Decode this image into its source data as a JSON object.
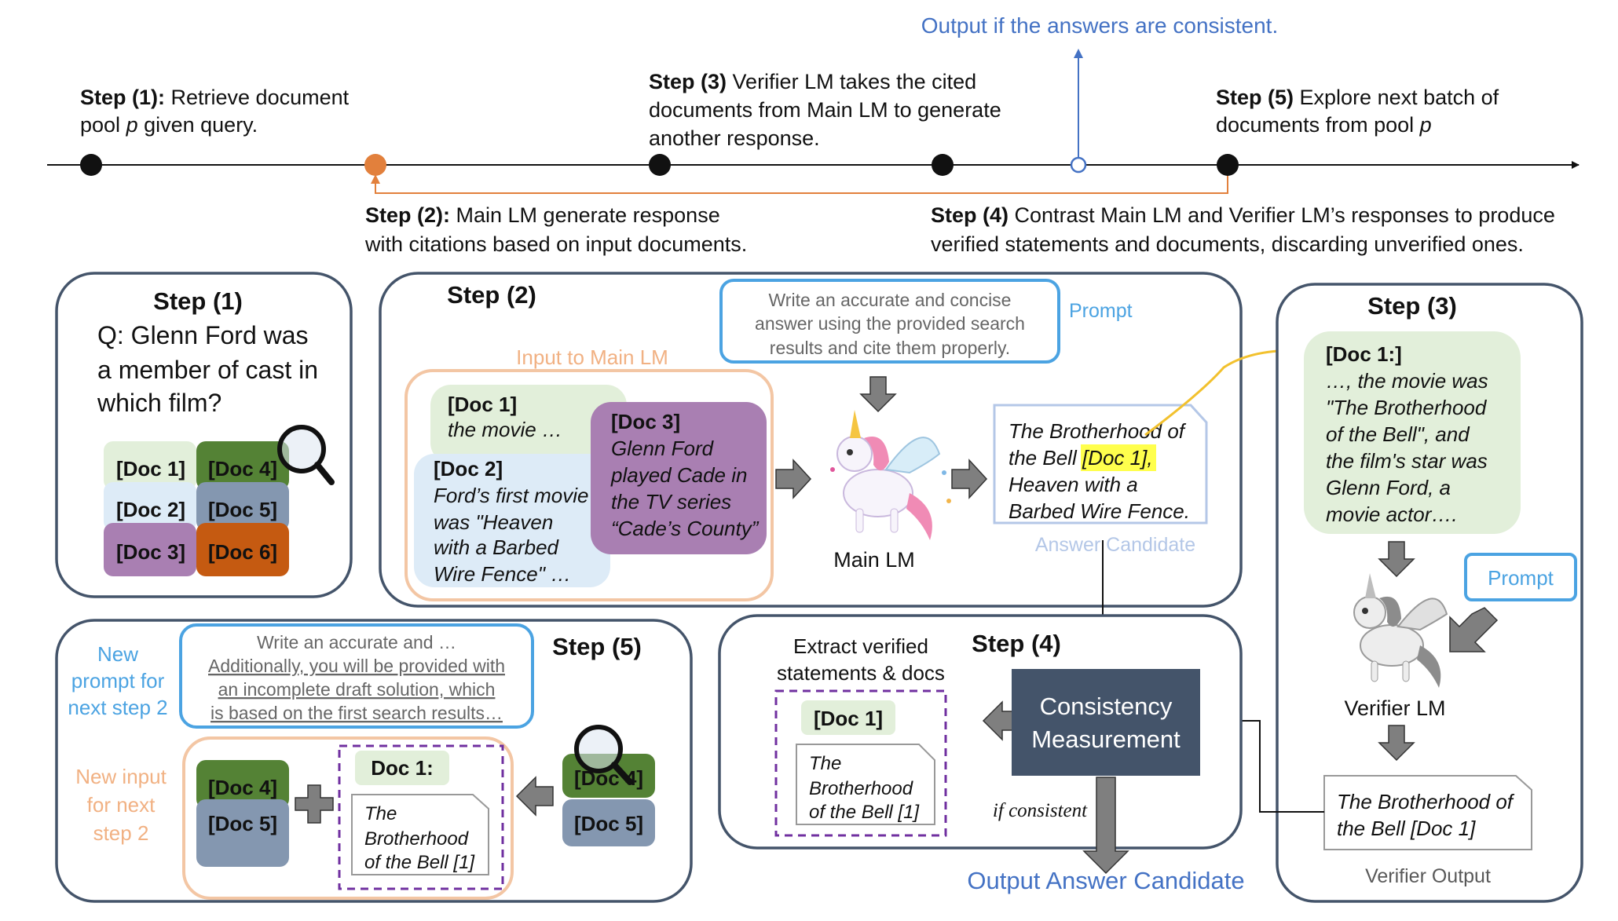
{
  "colors": {
    "accent_blue": "#4472C4",
    "prompt_blue": "#4BA3E2",
    "orange": "#E2803C",
    "peach_border": "#F3C6A4",
    "doc_green": "#E2EFDA",
    "doc_blue": "#DDEBF7",
    "doc_purple": "#A97FB2",
    "doc_darkgreen": "#548235",
    "doc_slate": "#8497B0",
    "doc_rust": "#C55A11",
    "consistency_box": "#44546A",
    "panel_border": "#44546A",
    "highlight_yellow": "#FFFF4D"
  },
  "timeline": {
    "output_if_consistent": "Output if the answers are consistent.",
    "step1": {
      "label": "Step (1):",
      "text": [
        "Retrieve document",
        "pool ",
        "p",
        " given query."
      ]
    },
    "step2": {
      "label": "Step (2):",
      "line1": "Main LM generate response",
      "line2": "with citations based on input documents."
    },
    "step3": {
      "label": "Step (3)",
      "line1": "Verifier LM takes the cited",
      "line2": "documents from Main LM to generate",
      "line3": "another response."
    },
    "step4": {
      "label": "Step (4)",
      "line1": "Contrast Main LM and Verifier LM’s responses to produce",
      "line2": "verified statements and documents, discarding unverified ones."
    },
    "step5": {
      "label": "Step (5)",
      "line1": "Explore next batch of",
      "line2a": "documents from pool ",
      "line2b": "p"
    }
  },
  "panel_step1": {
    "title": "Step (1)",
    "question": [
      "Q: Glenn Ford was",
      "a member of cast in",
      "which film?"
    ],
    "docs": [
      "[Doc 1]",
      "[Doc 4]",
      "[Doc 2]",
      "[Doc 5]",
      "[Doc 3]",
      "[Doc 6]"
    ],
    "icon": "magnifier-icon"
  },
  "panel_step2": {
    "title": "Step (2)",
    "input_label": "Input to Main LM",
    "prompt_label": "Prompt",
    "prompt_text": [
      "Write an accurate and concise",
      "answer using the provided search",
      "results and cite them properly."
    ],
    "doc1": {
      "title": "[Doc 1]",
      "text": "the movie …"
    },
    "doc2": {
      "title": "[Doc 2]",
      "text": [
        "Ford’s first movie",
        "was \"Heaven",
        "with a Barbed",
        "Wire Fence\" …"
      ]
    },
    "doc3": {
      "title": "[Doc 3]",
      "text": [
        "Glenn Ford",
        "played Cade in",
        "the TV series",
        "“Cade’s County”"
      ]
    },
    "main_lm_label": "Main LM",
    "answer_text": {
      "l1": "The Brotherhood of",
      "l2a": "the Bell ",
      "l2b": "[Doc 1]",
      "l2c": ",",
      "l3": "Heaven with a",
      "l4": "Barbed Wire Fence."
    },
    "answer_label": "Answer Candidate",
    "icon": "unicorn-icon"
  },
  "panel_step3": {
    "title": "Step (3)",
    "doc_title": "[Doc 1:]",
    "doc_text": [
      "…, the movie was",
      "\"The Brotherhood",
      "of the Bell\", and",
      "the film's star was",
      "Glenn Ford, a",
      "movie actor…."
    ],
    "prompt_label": "Prompt",
    "verifier_label": "Verifier LM",
    "output_text": [
      "The Brotherhood of",
      "the Bell [Doc 1]"
    ],
    "output_label": "Verifier Output"
  },
  "panel_step4": {
    "title": "Step (4)",
    "extract_label": [
      "Extract verified",
      "statements & docs"
    ],
    "doc": "[Doc 1]",
    "doc_text": [
      "The",
      "Brotherhood",
      "of the Bell [1]"
    ],
    "consistency": [
      "Consistency",
      "Measurement"
    ],
    "if_consistent": "if consistent",
    "output_label": "Output Answer Candidate"
  },
  "panel_step5": {
    "title": "Step (5)",
    "new_prompt_label": [
      "New",
      "prompt for",
      "next step 2"
    ],
    "prompt_text": [
      "Write an accurate and …",
      "Additionally, you will be provided with",
      "an incomplete draft solution, which",
      "is based on the first search results…"
    ],
    "new_input_label": [
      "New input",
      "for next",
      "step 2"
    ],
    "docs": [
      "[Doc 4]",
      "[Doc 5]"
    ],
    "doc1_title": "Doc 1:",
    "doc1_text": [
      "The",
      "Brotherhood",
      "of the Bell [1]"
    ],
    "next_docs": [
      "[Doc 4]",
      "[Doc 5]"
    ]
  }
}
